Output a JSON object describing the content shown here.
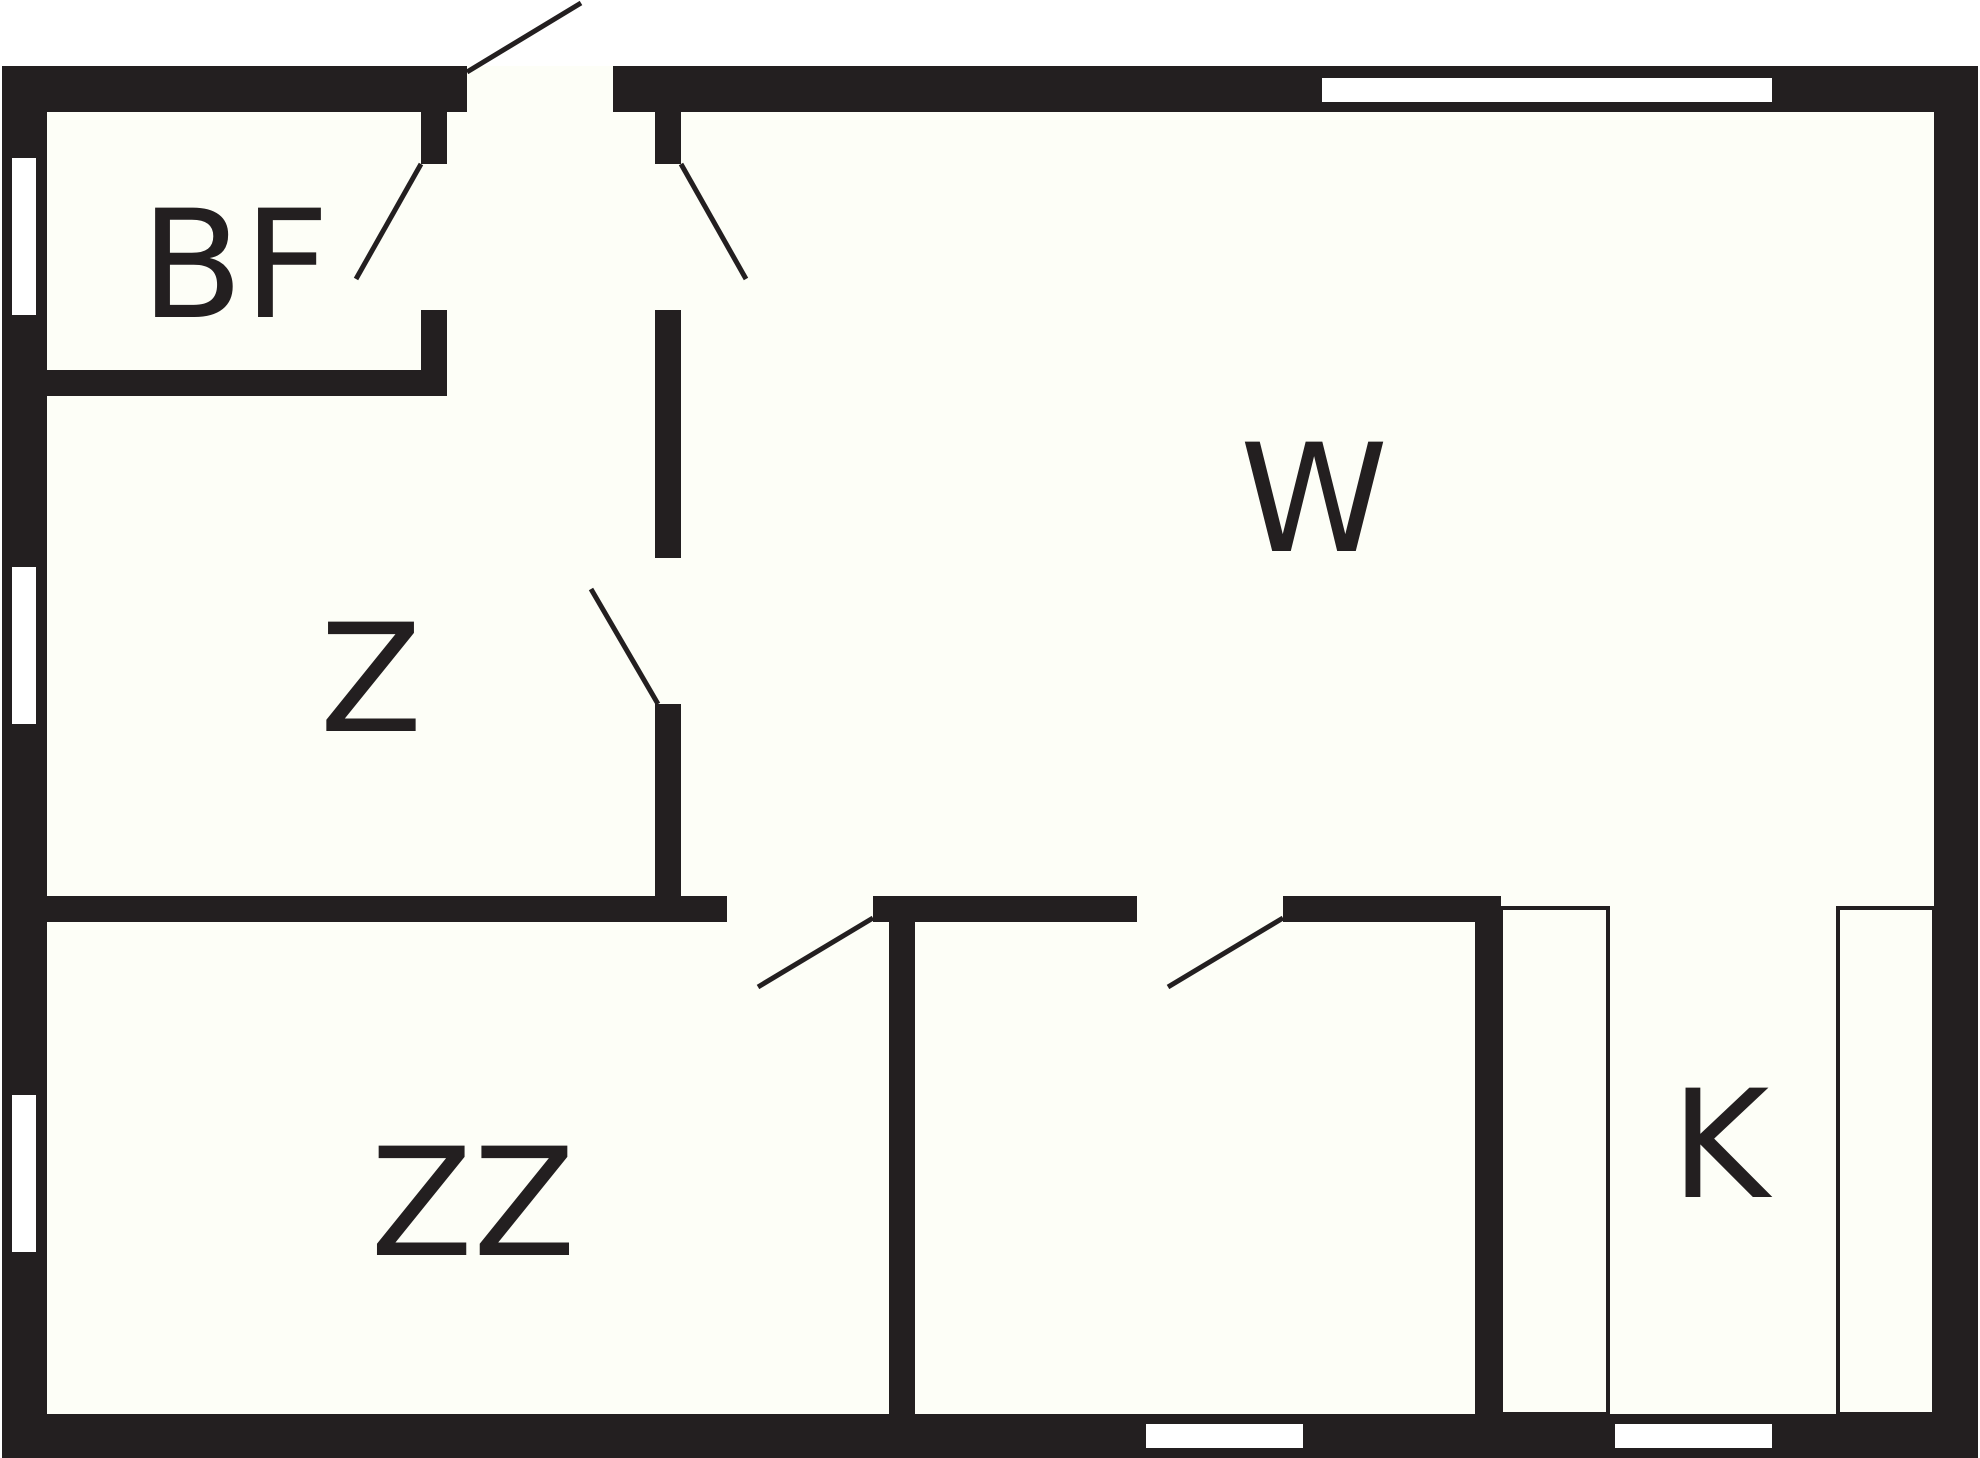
{
  "colors": {
    "wall": "#231f20",
    "floor": "#fdfef7",
    "window": "#ffffff",
    "background": "#ffffff"
  },
  "rooms": [
    {
      "id": "bf",
      "label": "BF"
    },
    {
      "id": "w",
      "label": "W"
    },
    {
      "id": "z",
      "label": "Z"
    },
    {
      "id": "zz",
      "label": "ZZ"
    },
    {
      "id": "k",
      "label": "K"
    }
  ]
}
